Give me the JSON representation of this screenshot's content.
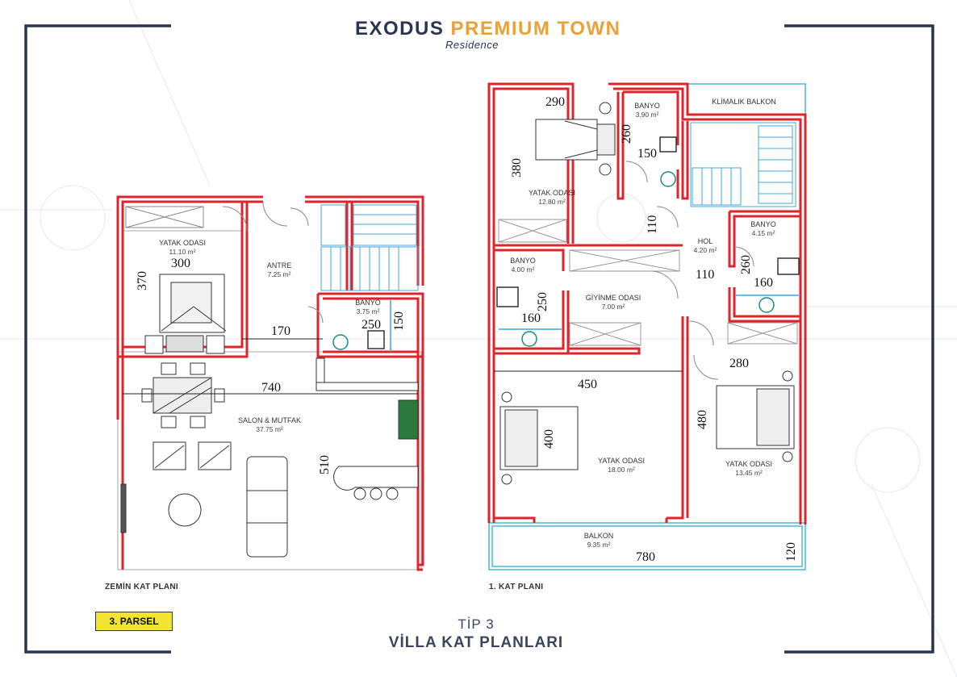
{
  "brand": {
    "name_part1": "EXODUS",
    "name_part2": "PREMIUM TOWN",
    "subtitle": "Residence"
  },
  "colors": {
    "wall": "#e0242b",
    "stair": "#3fa7df",
    "balcony": "#49b8d8",
    "frame": "#2a3550",
    "accent": "#e8a23a",
    "badge": "#f2e531"
  },
  "ground_floor": {
    "caption": "ZEMİN KAT PLANI",
    "rooms": [
      {
        "name": "YATAK ODASI",
        "area": "11.10 m²"
      },
      {
        "name": "ANTRE",
        "area": "7.25 m²"
      },
      {
        "name": "BANYO",
        "area": "3.75 m²"
      },
      {
        "name": "SALON & MUTFAK",
        "area": "37.75 m²"
      }
    ],
    "dimensions": [
      "300",
      "370",
      "170",
      "250",
      "150",
      "740",
      "510"
    ]
  },
  "first_floor": {
    "caption": "1. KAT PLANI",
    "rooms": [
      {
        "name": "BANYO",
        "area": "3.90 m²"
      },
      {
        "name": "KLİMALIK BALKON",
        "area": ""
      },
      {
        "name": "YATAK ODASI",
        "area": "12.80 m²"
      },
      {
        "name": "BANYO",
        "area": "4.15 m²"
      },
      {
        "name": "HOL",
        "area": "4.20 m²"
      },
      {
        "name": "BANYO",
        "area": "4.00 m²"
      },
      {
        "name": "GİYİNME ODASI",
        "area": "7.00 m²"
      },
      {
        "name": "YATAK ODASI",
        "area": "18.00 m²"
      },
      {
        "name": "YATAK ODASI",
        "area": "13.45 m²"
      },
      {
        "name": "BALKON",
        "area": "9.35 m²"
      }
    ],
    "dimensions": [
      "290",
      "260",
      "150",
      "380",
      "110",
      "260",
      "110",
      "160",
      "250",
      "160",
      "450",
      "280",
      "400",
      "480",
      "780",
      "120"
    ]
  },
  "footer": {
    "parcel": "3. PARSEL",
    "type": "TİP 3",
    "title": "VİLLA KAT PLANLARI"
  }
}
